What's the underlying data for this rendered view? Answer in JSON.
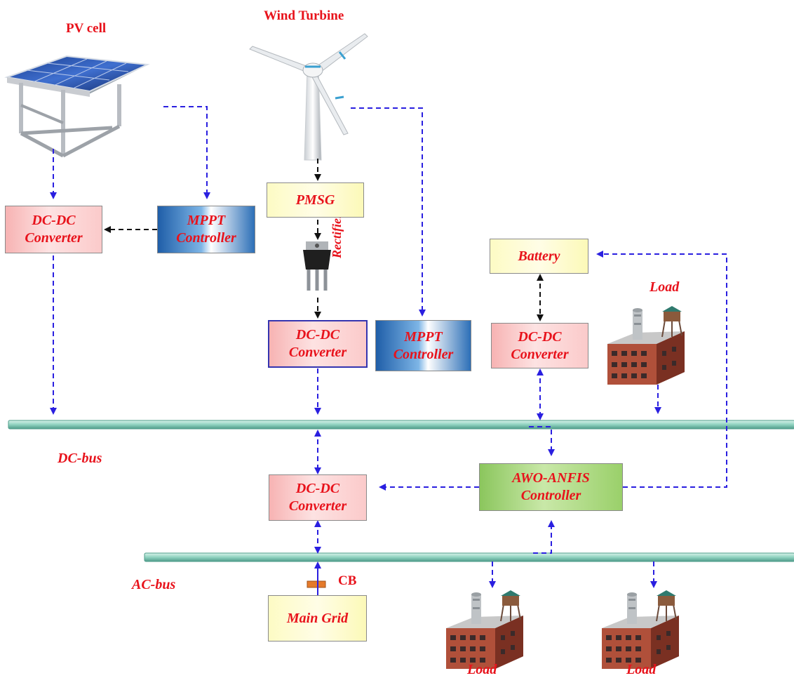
{
  "labels": {
    "pv_cell": "PV cell",
    "wind_turbine": "Wind Turbine",
    "rectifier": "Rectifier",
    "dc_bus": "DC-bus",
    "ac_bus": "AC-bus",
    "cb": "CB",
    "load_top": "Load",
    "load_bottom_1": "Load",
    "load_bottom_2": "Load"
  },
  "boxes": {
    "pv_dcdc": [
      "DC-DC",
      "Converter"
    ],
    "pv_mppt": [
      "MPPT",
      "Controller"
    ],
    "pmsg": [
      "PMSG"
    ],
    "wind_dcdc": [
      "DC-DC",
      "Converter"
    ],
    "wind_mppt": [
      "MPPT",
      "Controller"
    ],
    "battery": [
      "Battery"
    ],
    "battery_dcdc": [
      "DC-DC",
      "Converter"
    ],
    "grid_dcdc": [
      "DC-DC",
      "Converter"
    ],
    "awo_anfis": [
      "AWO-ANFIS",
      "Controller"
    ],
    "main_grid": [
      "Main Grid"
    ]
  },
  "colors": {
    "text_red": "#e8121b",
    "signal_blue": "#2a1fe0",
    "power_black": "#111111",
    "bus_green": "#a8e0cf",
    "converter_pink": "#f9c3c3",
    "battery_yellow": "#fdfbc4",
    "mppt_blue": "#2c6fb7",
    "controller_green": "#9ad06a"
  },
  "icons": [
    "solar-panel-icon",
    "wind-turbine-icon",
    "rectifier-icon",
    "factory-icon"
  ]
}
